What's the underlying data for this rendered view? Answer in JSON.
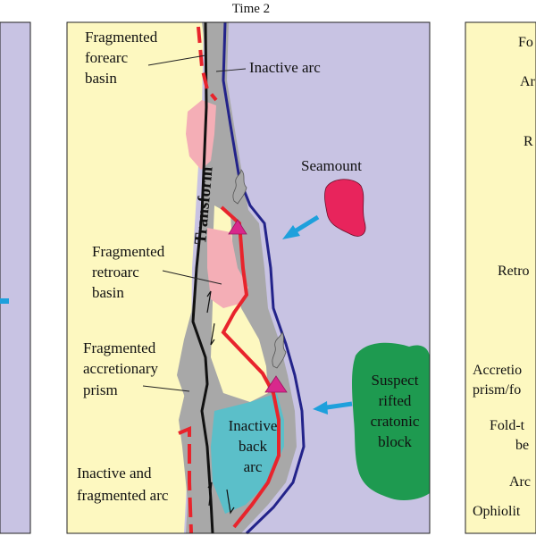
{
  "header": {
    "title": "Time 2"
  },
  "labels": {
    "forearc": [
      "Fragmented",
      "forearc",
      "basin"
    ],
    "inactive_arc": "Inactive  arc",
    "transform": "Transform",
    "seamount": "Seamount",
    "retroarc": [
      "Fragmented",
      "retroarc",
      "basin"
    ],
    "accretionary": [
      "Fragmented",
      "accretionary",
      "prism"
    ],
    "suspect": [
      "Suspect",
      "rifted",
      "cratonic",
      "block"
    ],
    "backarc": [
      "Inactive",
      "back",
      "arc"
    ],
    "inactive_fragmented_arc": [
      "Inactive and",
      "fragmented arc"
    ]
  },
  "right_panel": {
    "items": [
      "Fo",
      "Ar",
      "R",
      "Retro",
      "Accretio",
      "prism/fo",
      "Fold-t",
      "be",
      "Arc",
      "Ophiolit"
    ]
  },
  "colors": {
    "continent": "#fdf8c0",
    "ocean": "#c8c3e3",
    "gray_terrane": "#a8a8a8",
    "pink_basin": "#f4aeb6",
    "backarc": "#5bbfc9",
    "seamount": "#e8245c",
    "cratonic_block": "#1e9a50",
    "arrow": "#1ea0dc",
    "red_line": "#e8242c",
    "blue_line": "#23238a",
    "triangle": "#d8288c"
  }
}
